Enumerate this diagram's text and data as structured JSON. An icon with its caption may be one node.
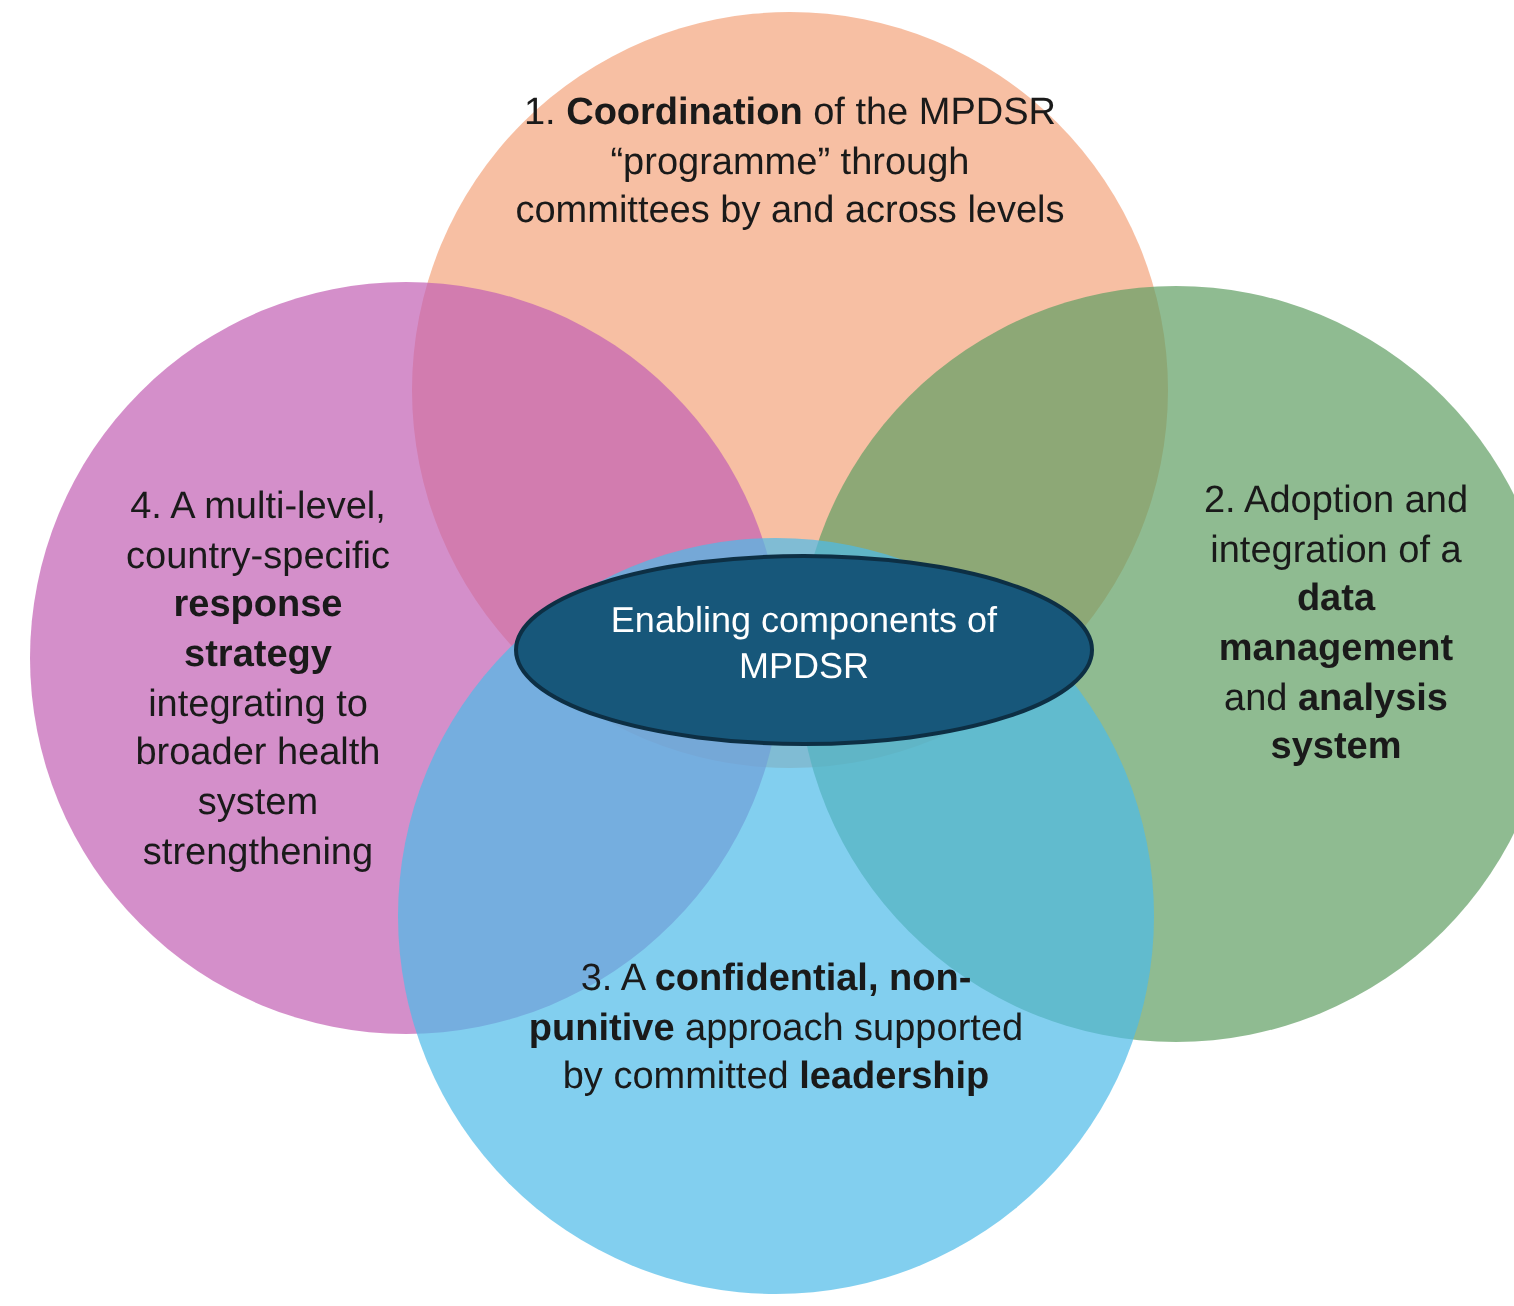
{
  "diagram": {
    "nodes": [
      {
        "text": [
          "1. **Coordination** of the MPDSR “programme” through committees by and across levels"
        ]
      },
      {
        "text": [
          "4. A multi-level, country-specific **response strategy** integrating to broader health system strengthening"
        ]
      },
      {
        "text": [
          "Enabling components of MPDSR"
        ]
      },
      {
        "text": [
          "2. Adoption and integration of a **data management** and **analysis system**"
        ]
      },
      {
        "text": [
          "3. A **confidential, non-punitive** approach supported by committed **leadership**"
        ]
      }
    ],
    "edges": []
  }
}
